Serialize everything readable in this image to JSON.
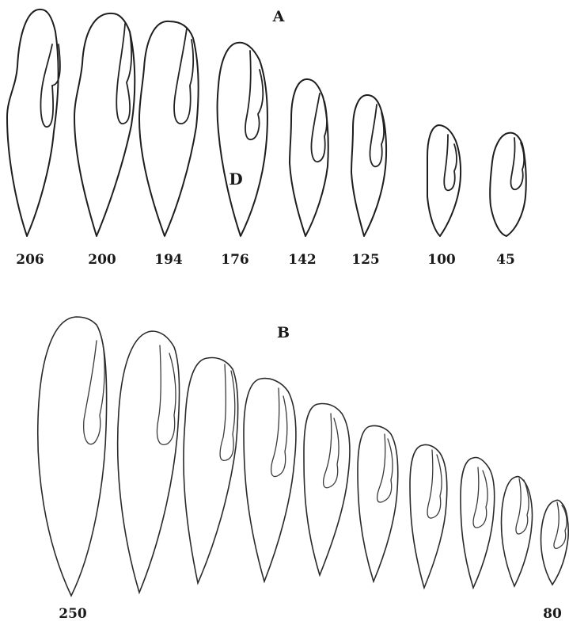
{
  "figure": {
    "series_a": {
      "heading": "A",
      "marker": "D",
      "labels": [
        "206",
        "200",
        "194",
        "176",
        "142",
        "125",
        "100",
        "45"
      ]
    },
    "series_b": {
      "heading": "B",
      "labels": [
        "250",
        "80"
      ]
    }
  }
}
